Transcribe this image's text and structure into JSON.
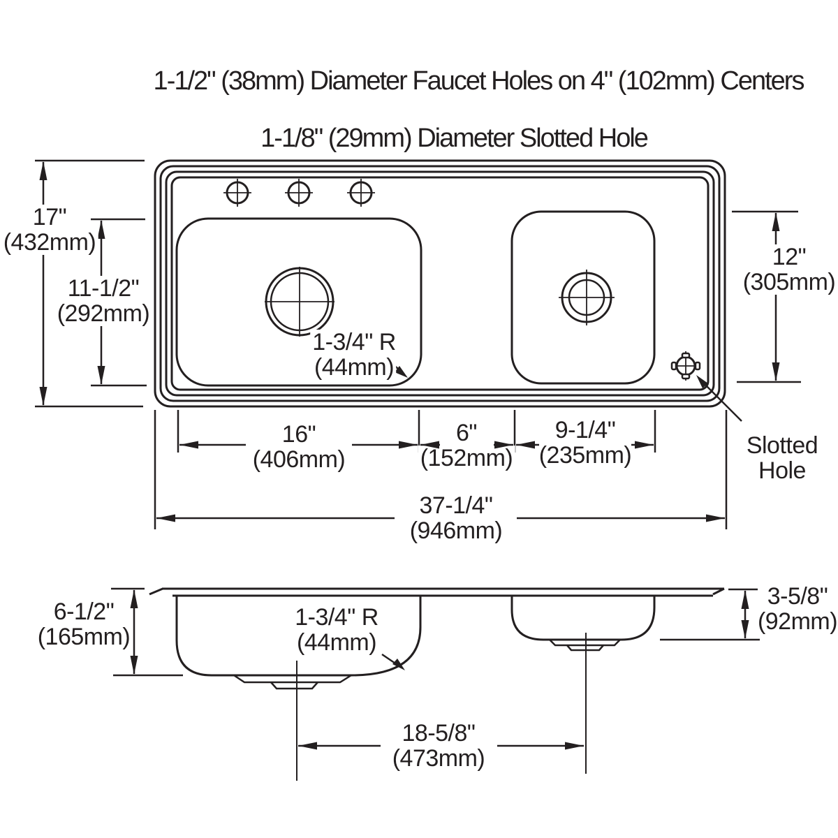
{
  "title": {
    "line1": "1-1/2\" (38mm) Diameter Faucet Holes on 4\" (102mm) Centers",
    "line2": "1-1/8\" (29mm) Diameter Slotted Hole"
  },
  "top_view": {
    "width_overall": {
      "in": "37-1/4\"",
      "mm": "(946mm)"
    },
    "height_overall": {
      "in": "17\"",
      "mm": "(432mm)"
    },
    "left_bowl_height": {
      "in": "11-1/2\"",
      "mm": "(292mm)"
    },
    "right_bowl_height": {
      "in": "12\"",
      "mm": "(305mm)"
    },
    "left_bowl_width": {
      "in": "16\"",
      "mm": "(406mm)"
    },
    "bowl_gap": {
      "in": "6\"",
      "mm": "(152mm)"
    },
    "right_bowl_width": {
      "in": "9-1/4\"",
      "mm": "(235mm)"
    },
    "corner_radius": {
      "line1": "1-3/4\" R",
      "line2": "(44mm)"
    },
    "slotted_hole_label": {
      "line1": "Slotted",
      "line2": "Hole"
    }
  },
  "side_view": {
    "left_bowl_depth": {
      "in": "6-1/2\"",
      "mm": "(165mm)"
    },
    "right_bowl_depth": {
      "in": "3-5/8\"",
      "mm": "(92mm)"
    },
    "drain_spacing": {
      "in": "18-5/8\"",
      "mm": "(473mm)"
    },
    "corner_radius": {
      "line1": "1-3/4\" R",
      "line2": "(44mm)"
    }
  },
  "colors": {
    "line": "#231f20",
    "background": "#ffffff"
  }
}
